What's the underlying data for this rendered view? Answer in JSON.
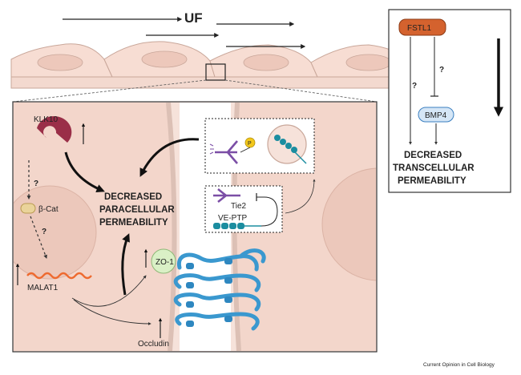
{
  "flow": {
    "label": "UF"
  },
  "mechanisms": {
    "paracellular": {
      "outcome": [
        "DECREASED",
        "PARACELLULAR",
        "PERMEABILITY"
      ],
      "klk10": "KLK10",
      "beta_cat": "β-Cat",
      "malat1": "MALAT1",
      "zo1": "ZO-1",
      "occludin": "Occludin",
      "tie2": "Tie2",
      "veptp": "VE-PTP",
      "phospho": "P",
      "unknown_1": "?",
      "unknown_2": "?"
    },
    "transcellular": {
      "fstl1": "FSTL1",
      "bmp4": "BMP4",
      "outcome": [
        "DECREASED",
        "TRANSCELLULAR",
        "PERMEABILITY"
      ],
      "unknown_1": "?",
      "unknown_2": "?"
    }
  },
  "credit": "Current Opinion in Cell Biology",
  "colors": {
    "cell_fill": "#f7ddd3",
    "cell_stroke": "#c9a79a",
    "nucleus": "#edc8bb",
    "inset_bg": "#f6e2da",
    "klk10": "#9a2f48",
    "fstl1": "#d4622e",
    "bmp4": "#d5e6f6",
    "tie2": "#7b4ea6",
    "veptp": "#1b8da0",
    "junction": "#3a98cf",
    "malat1": "#ee6a2f",
    "zo1": "#daf0c6"
  }
}
